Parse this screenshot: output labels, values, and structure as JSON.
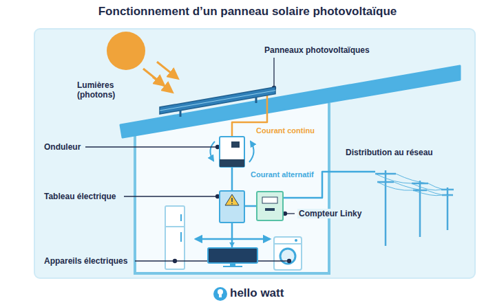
{
  "diagram": {
    "title": "Fonctionnement d’un panneau solaire photovoltaïque",
    "nodes": [
      {
        "text": [
          "Panneaux photovoltaïques"
        ]
      },
      {
        "text": [
          "Onduleur"
        ]
      },
      {
        "text": [
          "Tableau électrique"
        ]
      },
      {
        "text": [
          "Compteur Linky"
        ]
      },
      {
        "text": [
          "Distribution au réseau"
        ]
      },
      {
        "text": [
          "Appareils électriques"
        ]
      }
    ],
    "edges": [
      {
        "from": 0,
        "to": 1,
        "arrow": "none",
        "label": "Courant continu"
      },
      {
        "from": 1,
        "to": 2,
        "arrow": "none",
        "label": "Courant alternatif"
      },
      {
        "from": 2,
        "to": 3,
        "arrow": "none"
      },
      {
        "from": 3,
        "to": 4,
        "arrow": "none"
      },
      {
        "from": 2,
        "to": 5,
        "arrow": "to"
      }
    ],
    "labels": [
      "Lumières (photons)",
      "hello watt"
    ]
  }
}
